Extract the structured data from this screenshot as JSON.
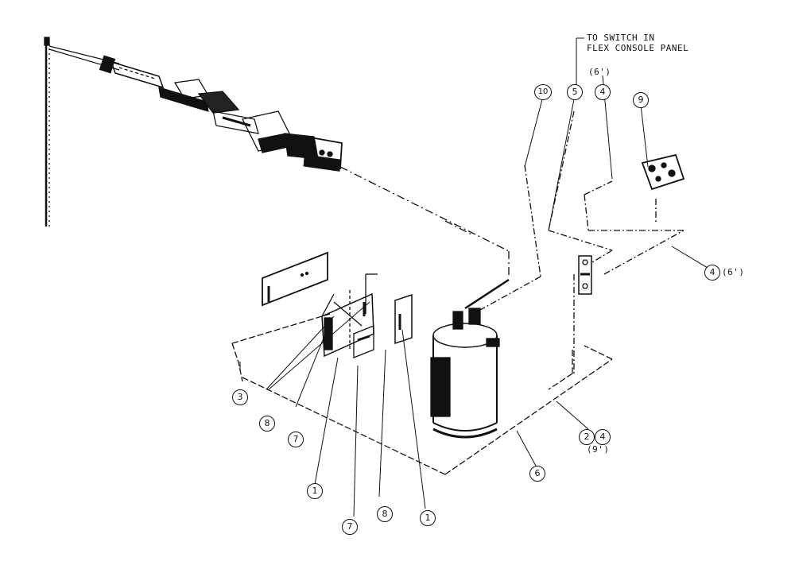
{
  "note": {
    "line1": "TO SWITCH IN",
    "line2": "FLEX CONSOLE PANEL"
  },
  "length_labels": {
    "top_6ft": "(6')",
    "right_6ft": "(6')",
    "bottom_9ft": "(9')"
  },
  "callouts": {
    "c10": "10",
    "c5": "5",
    "c4_top": "4",
    "c9": "9",
    "c4_right": "4",
    "c2": "2",
    "c4_bottom": "4",
    "c6": "6",
    "c3": "3",
    "c8_left": "8",
    "c7_left": "7",
    "c1_left": "1",
    "c7_bottom": "7",
    "c8_bottom": "8",
    "c1_right": "1"
  }
}
